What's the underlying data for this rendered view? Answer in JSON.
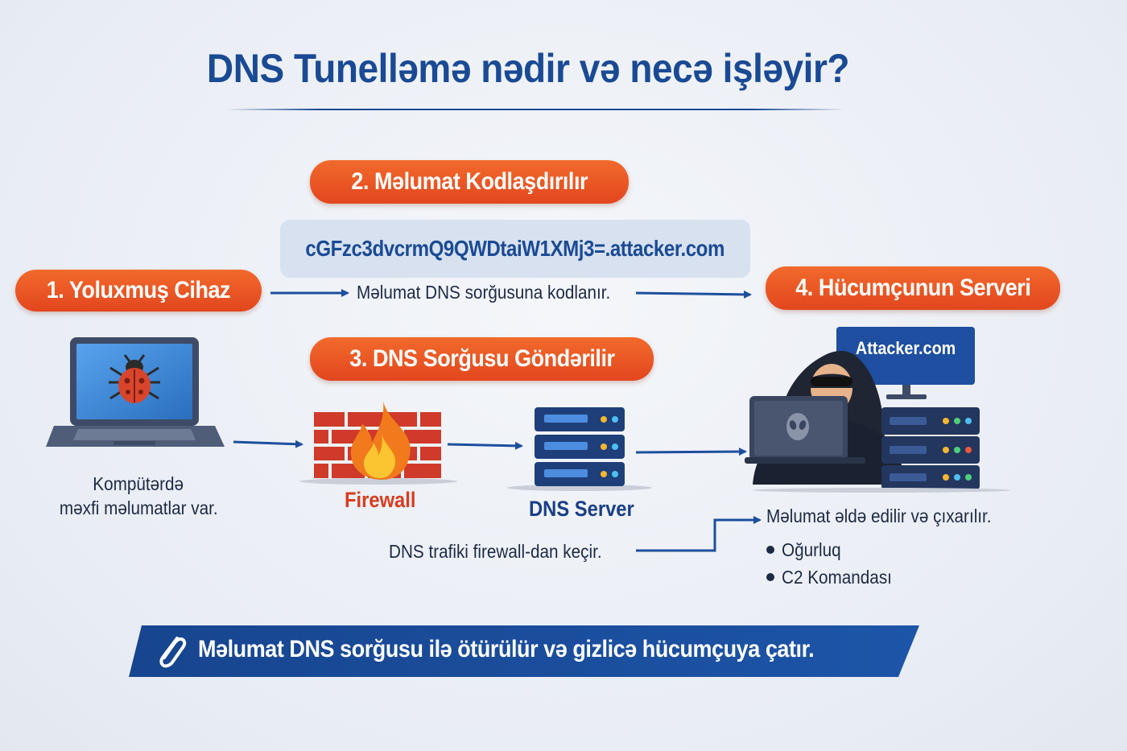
{
  "title": "DNS Tunelləmə nədir və necə işləyir?",
  "steps": {
    "step1": "1. Yoluxmuş Cihaz",
    "step2": "2. Məlumat Kodlaşdırılır",
    "step3": "3. DNS Sorğusu Göndərilir",
    "step4": "4. Hücumçunun Serveri"
  },
  "encoded_query": "cGFzc3dvcrmQ9QWDtaiW1XMj3=.attacker.com",
  "encode_note": "Məlumat DNS sorğusuna kodlanır.",
  "device_caption": {
    "line1": "Kompütərdə",
    "line2": "məxfi məlumatlar var."
  },
  "firewall_label": "Firewall",
  "dns_server_label": "DNS Server",
  "firewall_note": "DNS trafiki firewall-dan keçir.",
  "monitor_label": "Attacker.com",
  "result": {
    "heading": "Məlumat əldə edilir və çıxarılır.",
    "items": [
      "Oğurluq",
      "C2 Komandası"
    ]
  },
  "banner_text": "Məlumat DNS sorğusu ilə ötürülür və gizlicə hücumçuya çatır.",
  "colors": {
    "primary_blue": "#1a4a94",
    "accent_orange": "#e8532a",
    "firewall_red": "#d93c1f",
    "background": "#eef1f6"
  },
  "icons": [
    "bug-icon",
    "laptop-icon",
    "firewall-icon",
    "flame-icon",
    "server-icon",
    "hacker-icon",
    "alien-icon",
    "monitor-icon",
    "paperclip-icon"
  ]
}
